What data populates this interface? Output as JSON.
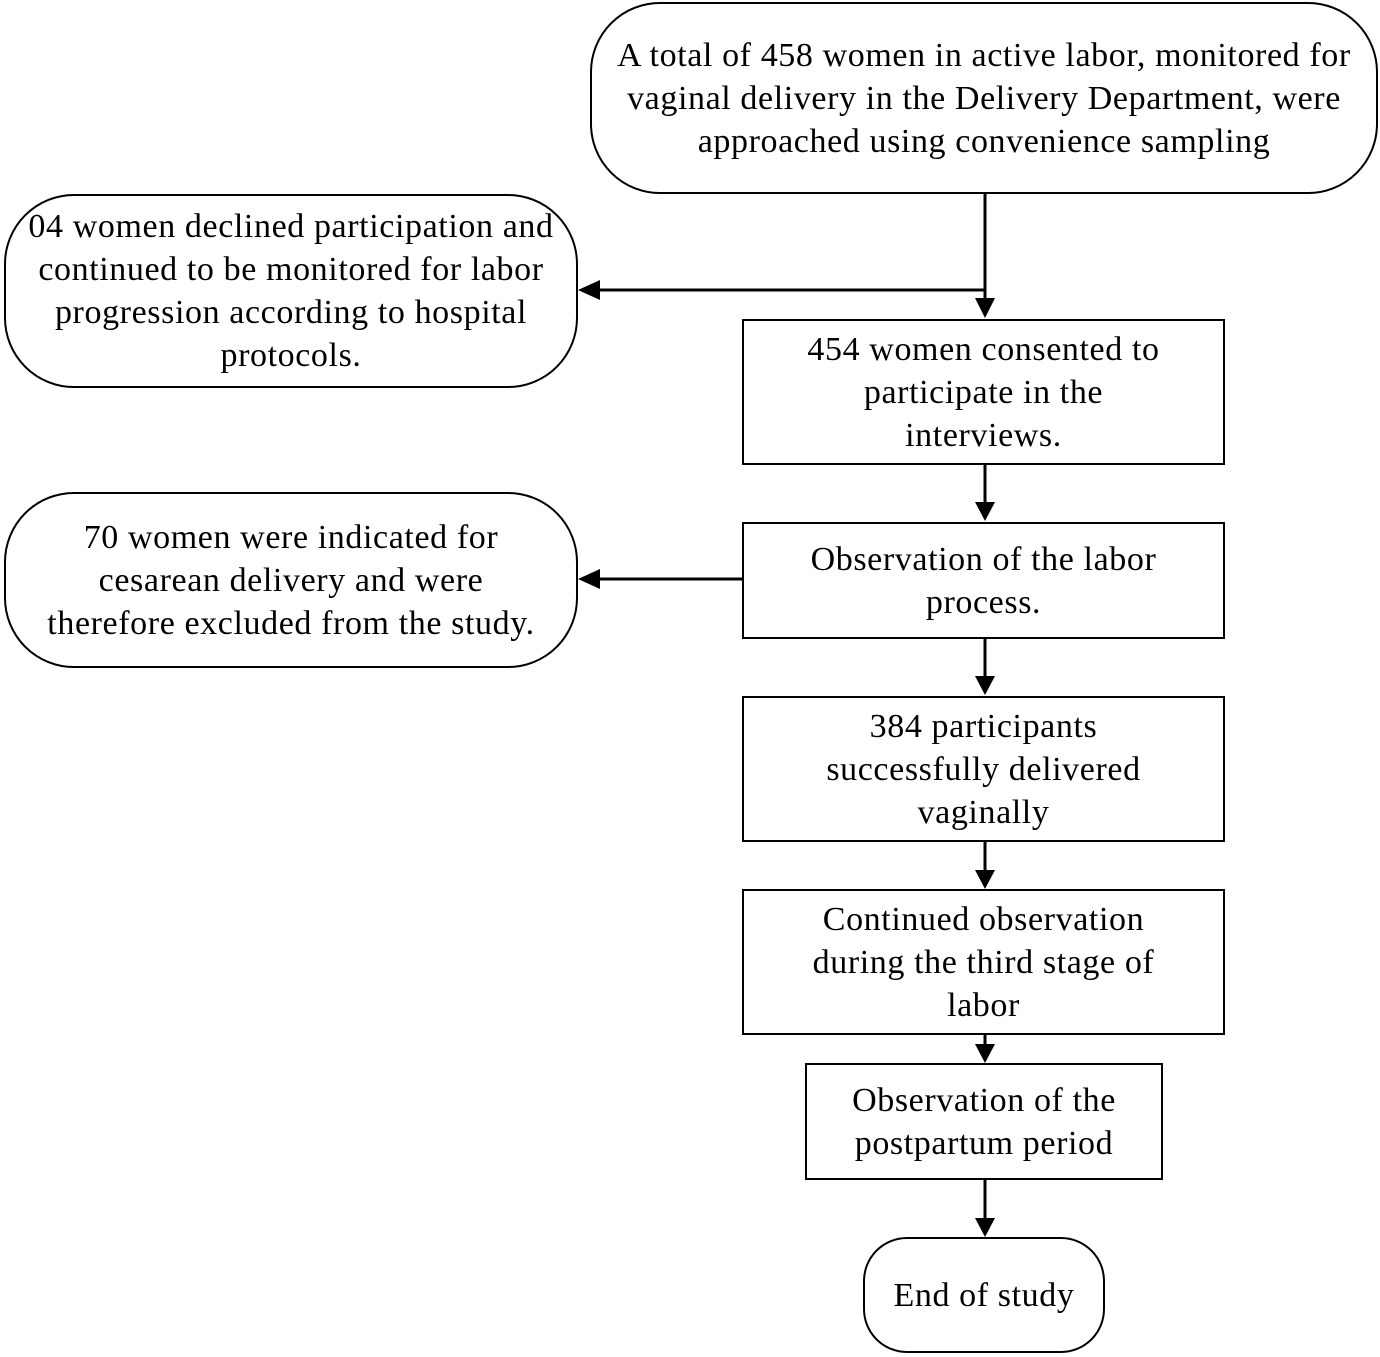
{
  "nodes": {
    "total_approached": "A total of 458 women in active labor, monitored for vaginal delivery in the Delivery Department, were approached using convenience sampling",
    "declined": "04 women declined participation and continued to be monitored for labor progression according to hospital protocols.",
    "consented": "454 women consented to participate in the interviews.",
    "cesarean_excluded": "70 women were indicated for cesarean delivery and were therefore excluded from the study.",
    "observation_labor": "Observation of the labor process.",
    "delivered_vaginally": "384 participants successfully delivered vaginally",
    "third_stage": "Continued observation during the third stage of labor",
    "postpartum": "Observation of the postpartum period",
    "end": "End of study"
  },
  "colors": {
    "stroke": "#000000",
    "fill": "#ffffff"
  }
}
